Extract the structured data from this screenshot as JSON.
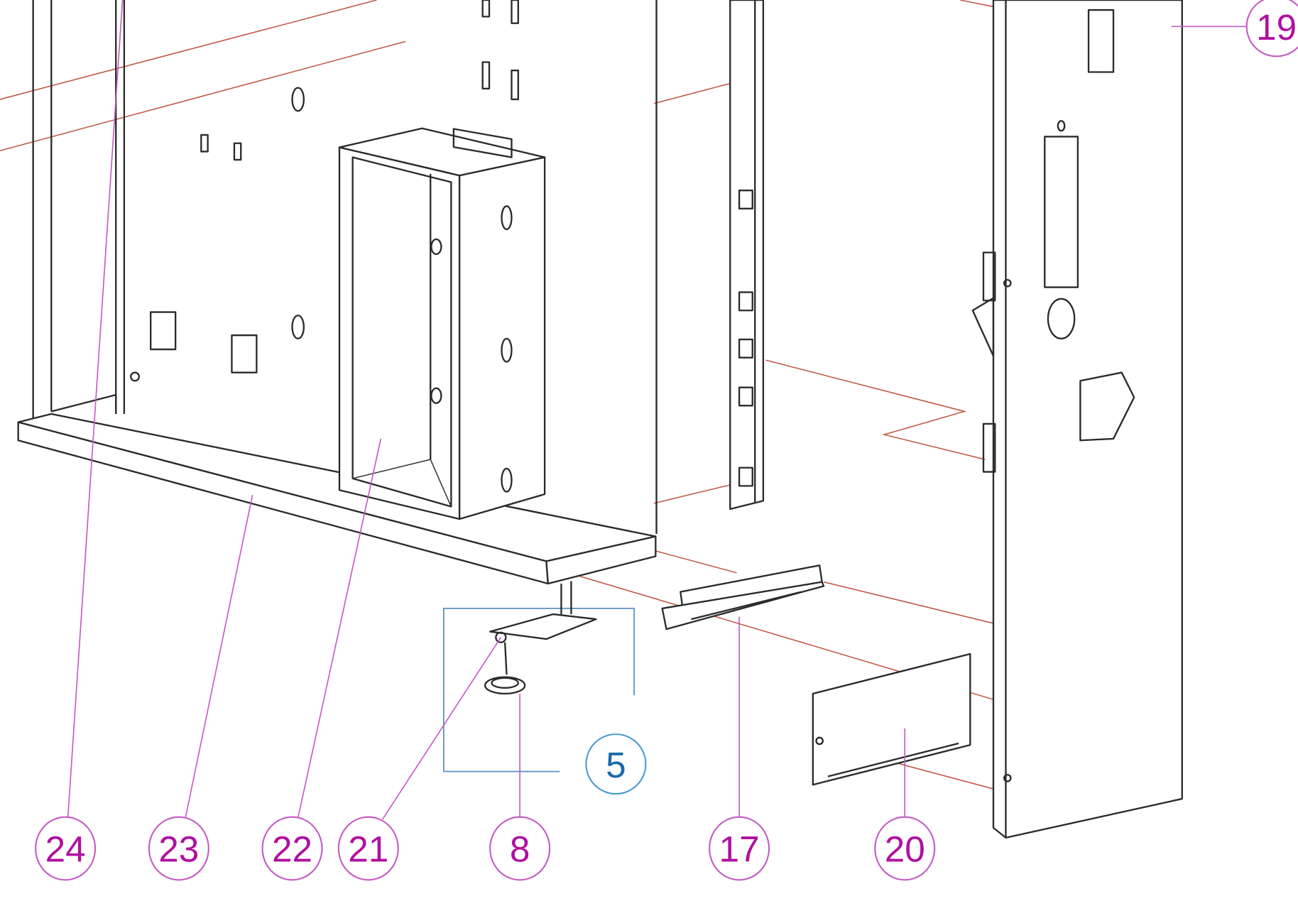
{
  "diagram": {
    "type": "exploded-parts-view",
    "callouts": [
      {
        "id": "24",
        "label": "24"
      },
      {
        "id": "23",
        "label": "23"
      },
      {
        "id": "22",
        "label": "22"
      },
      {
        "id": "21",
        "label": "21"
      },
      {
        "id": "8",
        "label": "8"
      },
      {
        "id": "17",
        "label": "17"
      },
      {
        "id": "20",
        "label": "20"
      },
      {
        "id": "19",
        "label": "19"
      }
    ],
    "subassembly_callout": {
      "id": "5",
      "label": "5"
    },
    "colors": {
      "callout": "#b0109f",
      "leader": "#c45ac4",
      "subassembly": "#1a6aa8",
      "assembly_lines": "#c0553f",
      "outline": "#2a2a2a"
    }
  }
}
